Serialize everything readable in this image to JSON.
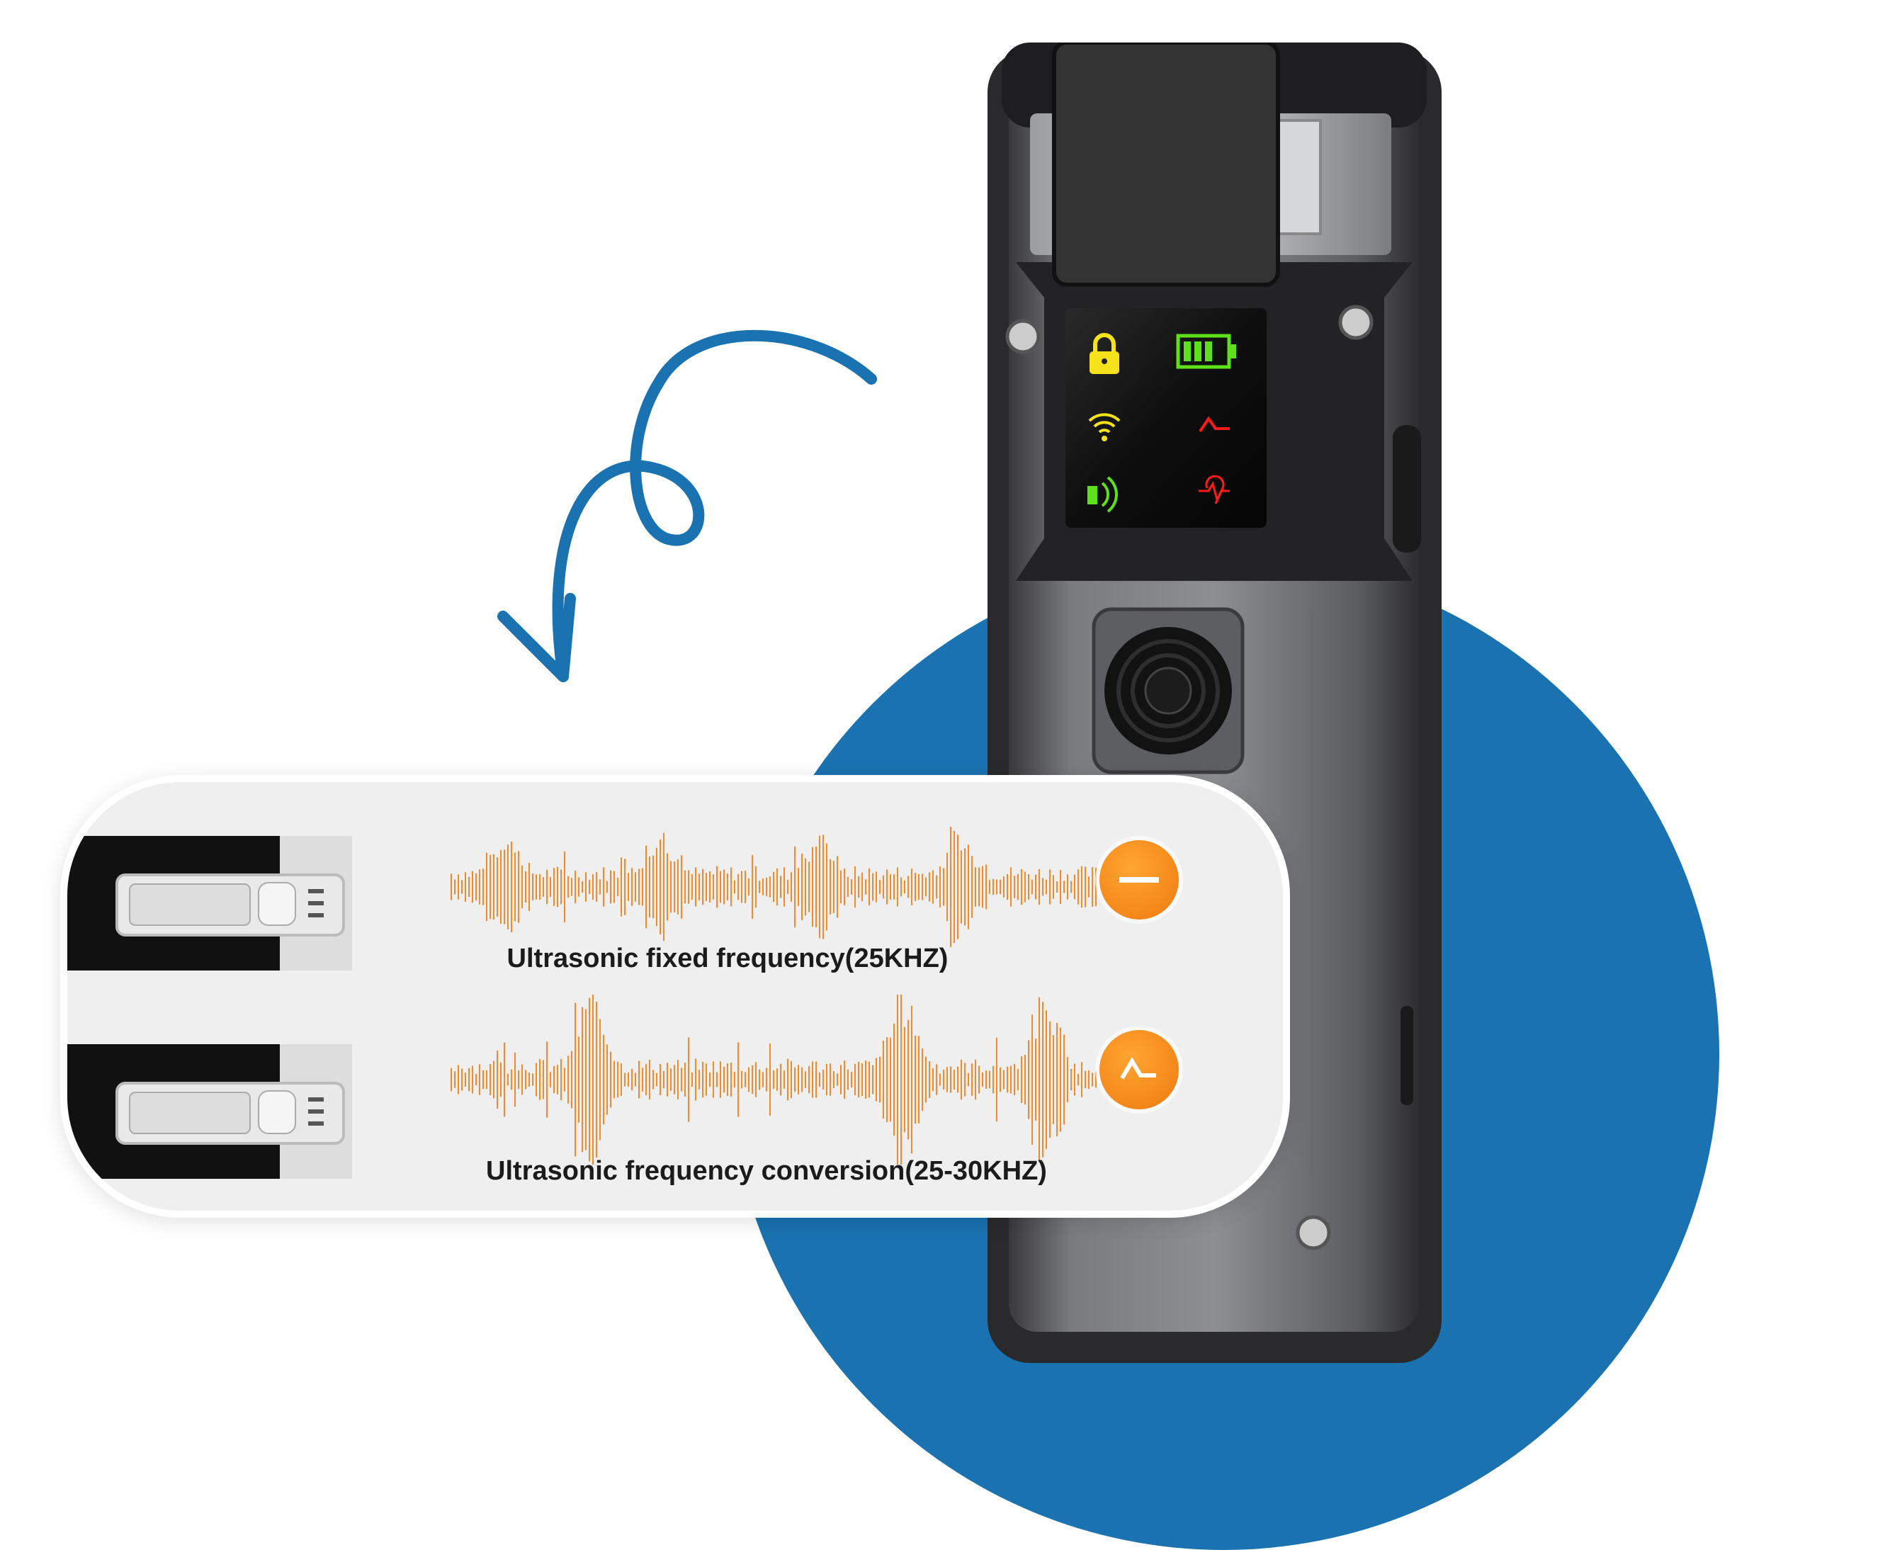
{
  "colors": {
    "brand_blue": "#1a72b0",
    "wave_orange": "#f08a2c",
    "button_orange": "#f58a1c",
    "screen_yellow": "#f5e21a",
    "screen_green": "#5ee01a",
    "screen_red": "#ff1a1a"
  },
  "device_screen": {
    "icons": [
      "lock-icon",
      "battery-icon",
      "wifi-icon",
      "pulse-wave-icon",
      "speaker-icon",
      "heartbeat-icon"
    ],
    "battery_level": 0.75
  },
  "modes": [
    {
      "label": "Ultrasonic fixed frequency(25KHZ)",
      "icon": "minus-icon"
    },
    {
      "label": "Ultrasonic frequency conversion(25-30KHZ)",
      "icon": "pulse-wave-icon"
    }
  ]
}
